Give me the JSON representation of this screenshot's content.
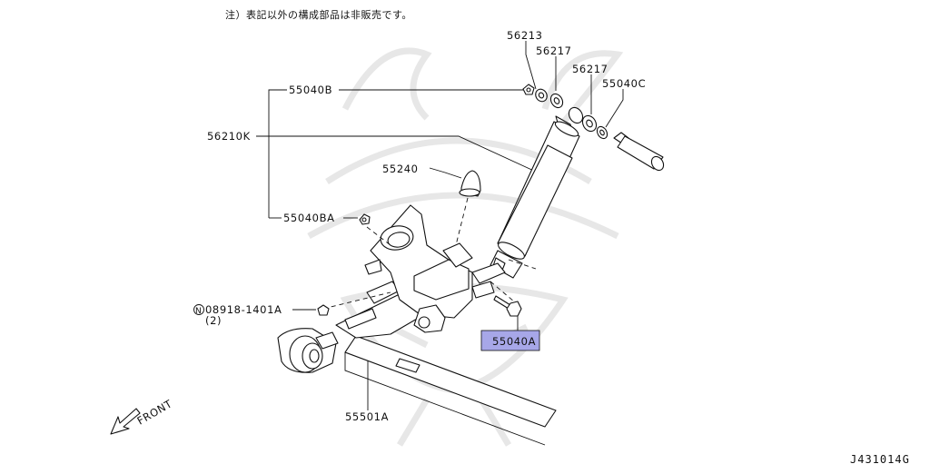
{
  "note": "注）表記以外の構成部品は非販売です。",
  "figure_code": "J431014G",
  "front_label": "FRONT",
  "highlight_color": "#a7a7e8",
  "parts": {
    "p56213": "56213",
    "p56217a": "56217",
    "p56217b": "56217",
    "p55040c": "55040C",
    "p55040b": "55040B",
    "p56210k": "56210K",
    "p55240": "55240",
    "p55040ba": "55040BA",
    "p08918": "08918-1401A",
    "p08918_qty": "(2)",
    "p08918_prefix": "N",
    "p55040a": "55040A",
    "p55501a": "55501A"
  }
}
